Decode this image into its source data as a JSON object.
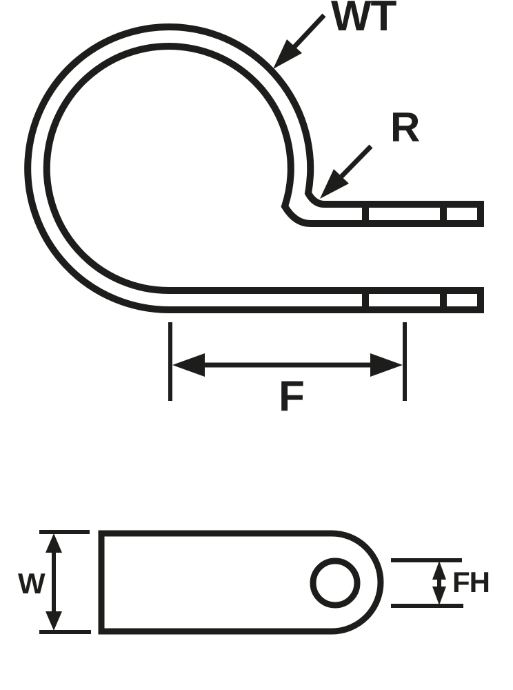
{
  "diagram": {
    "colors": {
      "line": "#1d1d1b",
      "background": "#ffffff"
    },
    "side_view": {
      "labels": {
        "wall_thickness": "WT",
        "bend_radius": "R",
        "flat_length": "F"
      }
    },
    "top_view": {
      "labels": {
        "width": "W",
        "fastener_hole": "FH"
      }
    }
  }
}
